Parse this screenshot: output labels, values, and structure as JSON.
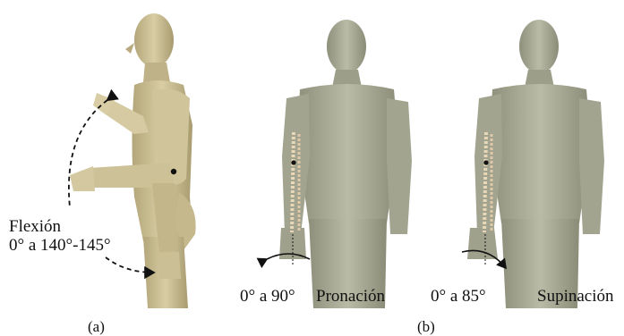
{
  "panels": [
    {
      "id": "a",
      "caption": "(a)",
      "motion_label_line1": "Flexión",
      "motion_label_line2": "0° a 140°-145°"
    },
    {
      "id": "b",
      "caption": "(b)",
      "pronation_range": "0° a 90°",
      "pronation_label": "Pronación",
      "supination_range": "0° a 85°",
      "supination_label": "Supinación"
    }
  ],
  "colors": {
    "skin_figure_a": "#c9bd93",
    "skin_figure_b": "#a8aa96",
    "bone": "#e8d8b8",
    "joint_marker": "#111111"
  }
}
